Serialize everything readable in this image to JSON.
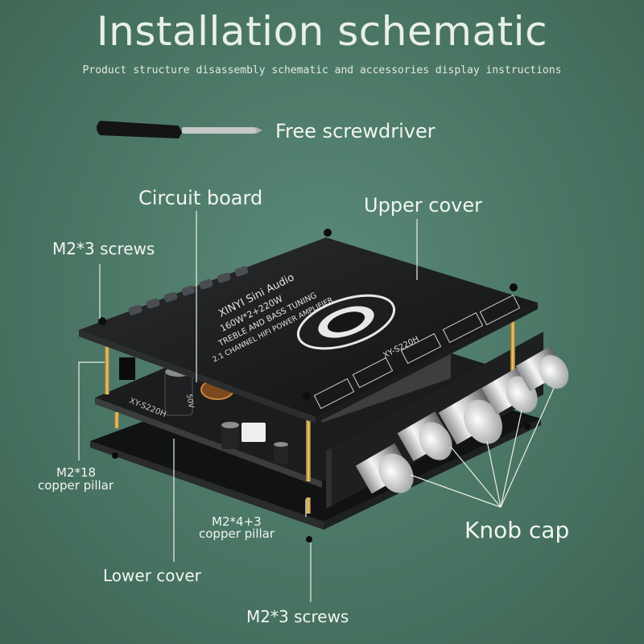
{
  "header": {
    "title": "Installation schematic",
    "subtitle": "Product structure disassembly schematic and accessories display instructions"
  },
  "labels": {
    "screwdriver": "Free screwdriver",
    "circuit_board": "Circuit board",
    "upper_cover": "Upper cover",
    "m2x3_screws_top": "M2*3 screws",
    "m2x18_line1": "M2*18",
    "m2x18_line2": "copper pillar",
    "m2x4_line1": "M2*4+3",
    "m2x4_line2": "copper pillar",
    "knob_cap": "Knob cap",
    "lower_cover": "Lower cover",
    "m2x3_screws_bottom": "M2*3 screws"
  },
  "board": {
    "brand": "XINYI Sini Audio",
    "spec": "160W*2+220W",
    "tuning": "TREBLE AND BASS TUNING",
    "desc": "2.1 CHANNEL HIFI POWER AMPLIFIER",
    "model": "XY-S220H",
    "model_lower": "XY-S220H",
    "cap_rating": "50V"
  },
  "colors": {
    "background": "#4a7564",
    "label_text": "#f1f5f1",
    "board_black": "#151617",
    "pillar_brass": "#c9a24a",
    "knob_silver": "#d9dadb"
  }
}
